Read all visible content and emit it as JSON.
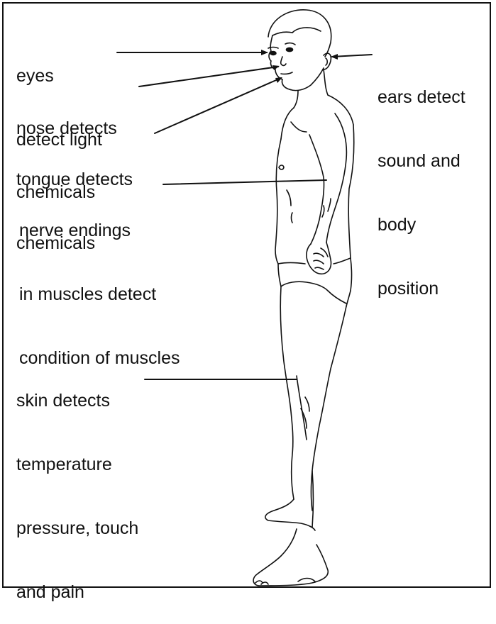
{
  "labels": {
    "eyes": [
      "eyes",
      "detect light"
    ],
    "nose": [
      "nose detects",
      "chemicals"
    ],
    "tongue": [
      "tongue detects",
      "chemicals"
    ],
    "ears": [
      "ears detect",
      "sound and",
      "body",
      "position"
    ],
    "nerve": [
      "nerve endings",
      "in muscles detect",
      "condition of muscles"
    ],
    "skin": [
      "skin detects",
      "temperature",
      "pressure, touch",
      "and pain"
    ]
  },
  "colors": {
    "ink": "#111111",
    "background": "#ffffff"
  }
}
